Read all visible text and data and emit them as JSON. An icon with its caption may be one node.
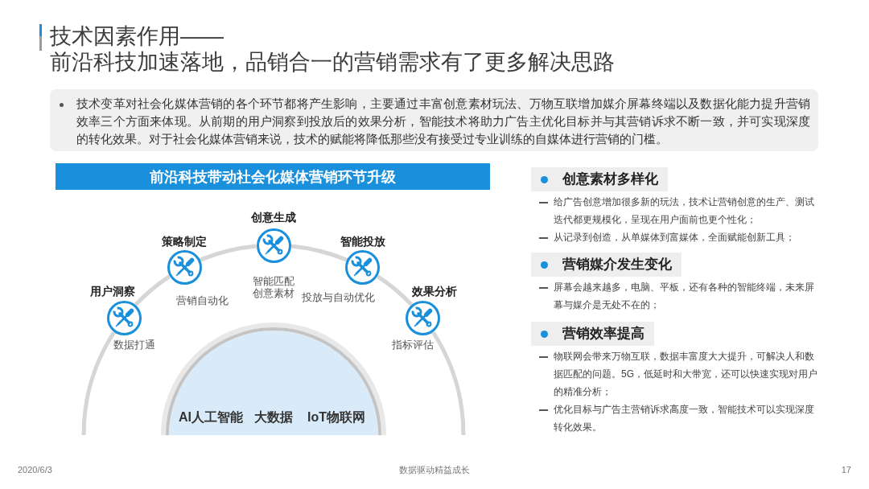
{
  "diagram": {
    "title": "技术因素作用——",
    "nodes": [
      {
        "text": [
          "技术变革对社会化媒体营销的各个环节都将产生影响，主要通过丰富创意素材玩法、万物互联增加媒介屏幕终端以及数据化能力提升营销效率三个方面来体现。从前期的用户洞察到投放后的效果分析，智能技术将助力广告主优化目标并与其营销诉求不断一致，并可实现深度的转化效果。对于社会化媒体营销来说，技术的赋能将降低那些没有接受过专业训练的自媒体进行营销的门槛。"
        ]
      },
      {
        "text": [
          "前沿科技带动社会化媒体营销环节升级"
        ]
      },
      {
        "text": [
          "用户洞察"
        ],
        "beside": [
          "数据打通"
        ]
      },
      {
        "text": [
          "策略制定"
        ],
        "beside": [
          "营销自动化"
        ]
      },
      {
        "text": [
          "创意生成"
        ],
        "beside": [
          "智能匹配创意素材"
        ]
      },
      {
        "text": [
          "智能投放"
        ],
        "beside": [
          "投放与自动优化"
        ]
      },
      {
        "text": [
          "效果分析"
        ],
        "beside": [
          "指标评估"
        ]
      },
      {
        "text": [
          "AI人工智能",
          "大数据",
          "IoT物联网"
        ]
      },
      {
        "text": [
          "创意素材多样化"
        ],
        "beside": [
          "给广告创意增加很多新的玩法，技术让营销创意的生产、测试迭代都更规模化，呈现在用户面前也更个性化；",
          "从记录到创造，从单媒体到富媒体，全面赋能创新工具；"
        ]
      },
      {
        "text": [
          "营销媒介发生变化"
        ],
        "beside": [
          "屏幕会越来越多，电脑、平板，还有各种的智能终端，未来屏幕与媒介是无处不在的；"
        ]
      },
      {
        "text": [
          "营销效率提高"
        ],
        "beside": [
          "物联网会带来万物互联，数据丰富度大大提升，可解决人和数据匹配的问题。5G，低延时和大带宽，还可以快速实现对用户的精准分析；",
          "优化目标与广告主营销诉求高度一致，智能技术可以实现深度转化效果。"
        ]
      }
    ],
    "edges": [
      {
        "from": 2,
        "to": 3,
        "arrow": "none"
      },
      {
        "from": 3,
        "to": 4,
        "arrow": "none"
      },
      {
        "from": 4,
        "to": 5,
        "arrow": "none"
      },
      {
        "from": 5,
        "to": 6,
        "arrow": "none"
      }
    ],
    "labels": [
      "前沿科技加速落地，品销合一的营销需求有了更多解决思路",
      "2020/6/3",
      "数据驱动精益成长",
      "17"
    ]
  }
}
